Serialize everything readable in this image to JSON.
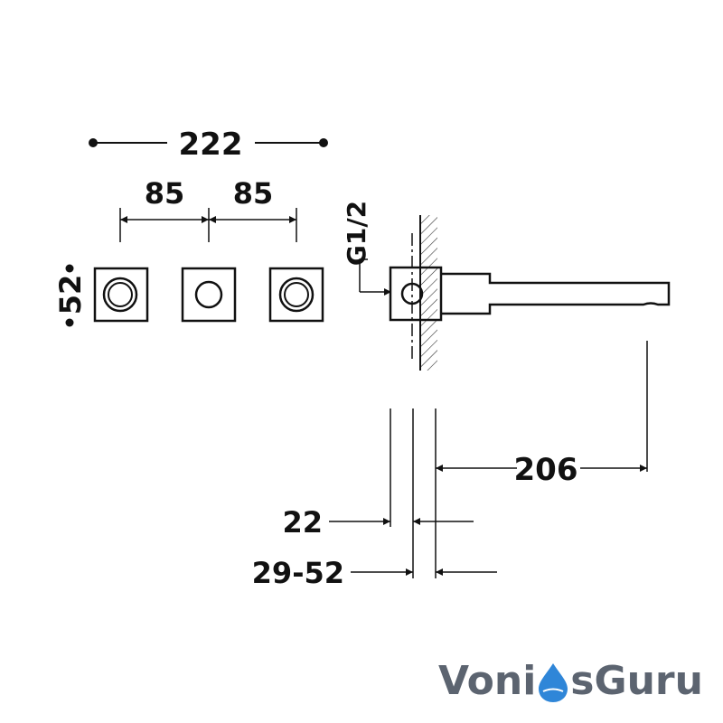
{
  "drawing": {
    "dimensions": {
      "total_width": "222",
      "spacing_left": "85",
      "spacing_right": "85",
      "plate_height": "52",
      "connection": "G1/2",
      "spout_projection": "206",
      "wall_plate_thickness": "22",
      "wall_range": "29-52"
    }
  },
  "logo": {
    "part1": "Voni",
    "part2": "sGuru",
    "text_color": "#5c6470",
    "drop_color": "#2f86d8"
  }
}
